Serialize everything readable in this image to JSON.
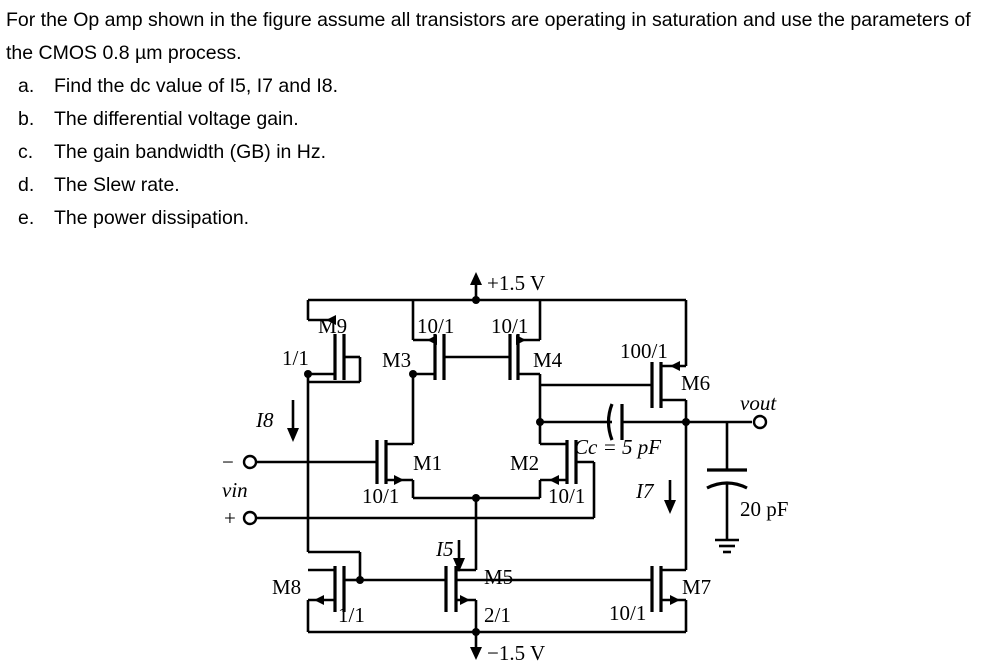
{
  "problem": {
    "intro": "For the Op amp shown in the figure assume all transistors are operating in saturation and use the parameters of the CMOS 0.8 µm process.",
    "items": [
      {
        "marker": "a.",
        "text": "Find the dc value of I5, I7 and I8."
      },
      {
        "marker": "b.",
        "text": "The differential voltage gain."
      },
      {
        "marker": "c.",
        "text": "The gain bandwidth (GB) in Hz."
      },
      {
        "marker": "d.",
        "text": "The Slew rate."
      },
      {
        "marker": "e.",
        "text": "The power dissipation."
      }
    ]
  },
  "circuit": {
    "vdd": "+1.5 V",
    "vss": "−1.5 V",
    "m1": {
      "name": "M1",
      "ratio": "10/1"
    },
    "m2": {
      "name": "M2",
      "ratio": "10/1"
    },
    "m3": {
      "name": "M3",
      "ratio": "10/1"
    },
    "m4": {
      "name": "M4",
      "ratio": "10/1"
    },
    "m5": {
      "name": "M5",
      "ratio": "2/1"
    },
    "m6": {
      "name": "M6",
      "ratio": "100/1"
    },
    "m7": {
      "name": "M7",
      "ratio": "10/1"
    },
    "m8": {
      "name": "M8",
      "ratio": "1/1"
    },
    "m9": {
      "name": "M9",
      "ratio": "1/1"
    },
    "cc": "Cc = 5 pF",
    "cl": "20 pF",
    "vin": "vin",
    "vout": "vout",
    "minus": "−",
    "plus": "+",
    "i5": "I5",
    "i7": "I7",
    "i8": "I8"
  }
}
